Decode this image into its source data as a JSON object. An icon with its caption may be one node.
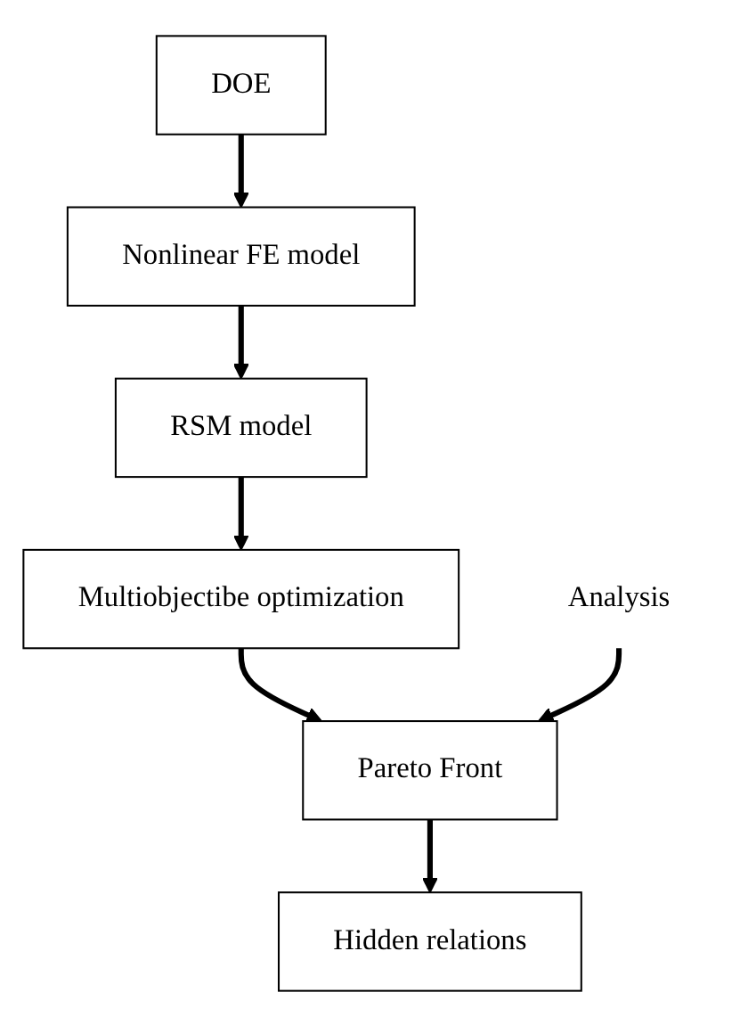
{
  "diagram": {
    "nodes": [
      {
        "text": [
          "DOE"
        ]
      },
      {
        "text": [
          "Nonlinear FE model"
        ]
      },
      {
        "text": [
          "RSM model"
        ]
      },
      {
        "text": [
          "Multiobjectibe optimization"
        ]
      },
      {
        "text": [
          "Pareto Front"
        ]
      },
      {
        "text": [
          "Hidden relations"
        ]
      },
      {
        "text": [
          "Analysis"
        ]
      }
    ],
    "edges": [
      {
        "from": 0,
        "to": 1,
        "arrow": "to"
      },
      {
        "from": 1,
        "to": 2,
        "arrow": "to"
      },
      {
        "from": 2,
        "to": 3,
        "arrow": "to"
      },
      {
        "from": 3,
        "to": 4,
        "arrow": "to"
      },
      {
        "from": 4,
        "to": 5,
        "arrow": "to"
      },
      {
        "from": 6,
        "to": 4,
        "arrow": "to"
      }
    ]
  }
}
